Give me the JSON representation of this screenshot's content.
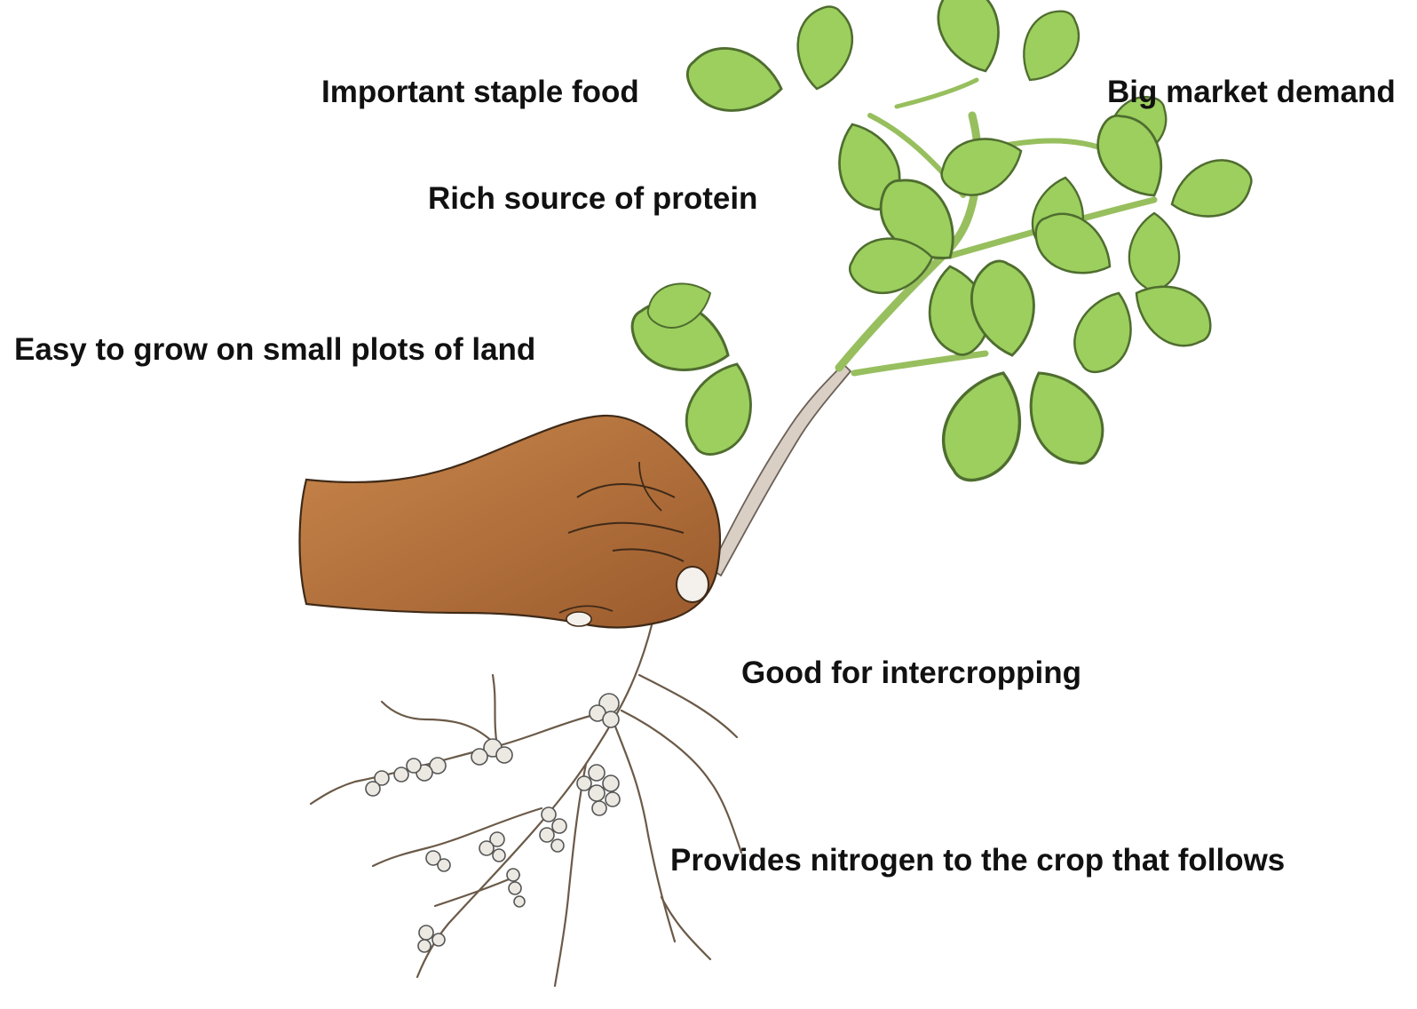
{
  "labels": {
    "staple_food": "Important staple food",
    "market_demand": "Big market demand",
    "protein": "Rich source of protein",
    "easy_to_grow": "Easy to grow on small plots of land",
    "intercropping": "Good for intercropping",
    "nitrogen": "Provides nitrogen to the crop that follows"
  },
  "colors": {
    "leaf": "#9ccf5e",
    "leaf_dark": "#6fa83c",
    "stem": "#a9c97a",
    "hand": "#b8733c",
    "hand_dark": "#8e5228",
    "nodule": "#e9e6df",
    "root": "#6b5a48",
    "text": "#111111"
  }
}
